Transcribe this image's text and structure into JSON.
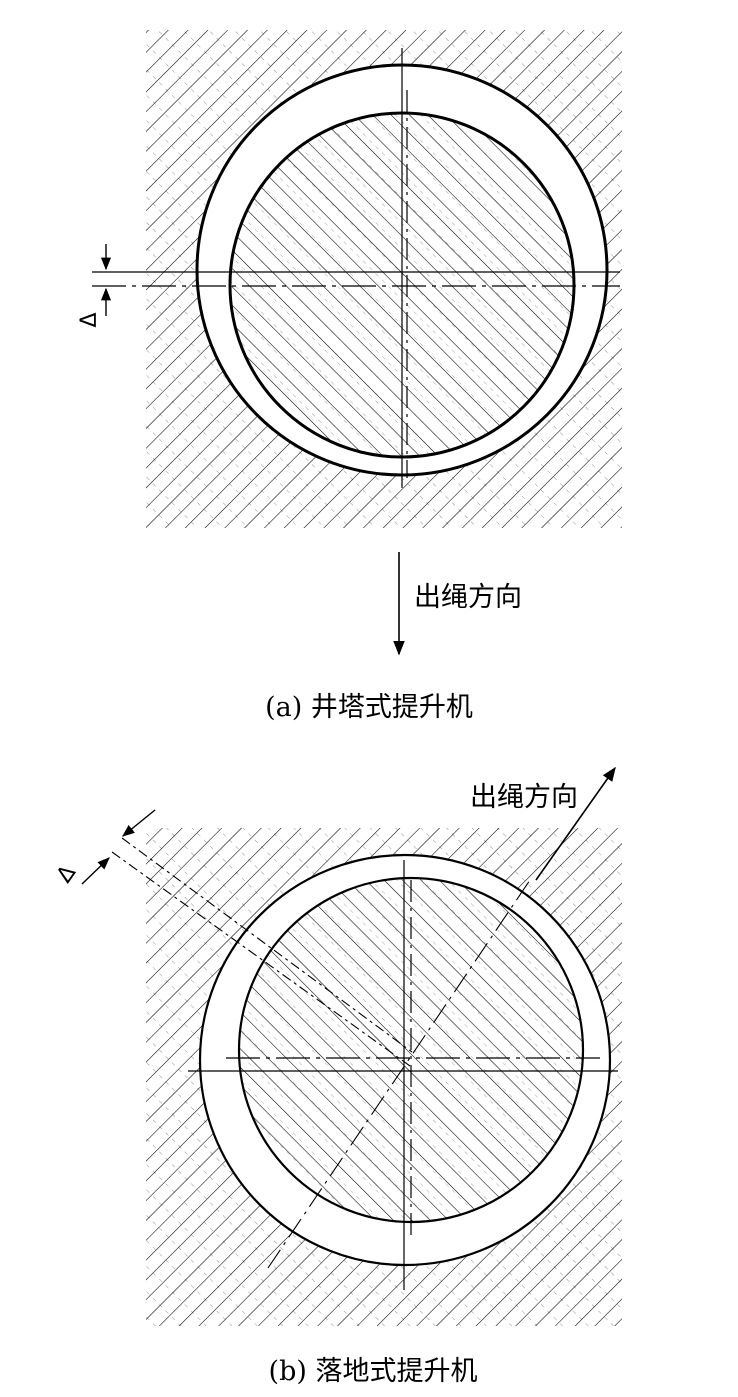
{
  "panels": [
    {
      "id": "a",
      "caption": "(a) 井塔式提升机",
      "direction_label": "出绳方向",
      "clearance_symbol": "Δ"
    },
    {
      "id": "b",
      "caption": "(b) 落地式提升机",
      "direction_label": "出绳方向",
      "clearance_symbol": "Δ"
    }
  ],
  "colors": {
    "line": "#000000",
    "background": "#ffffff"
  }
}
